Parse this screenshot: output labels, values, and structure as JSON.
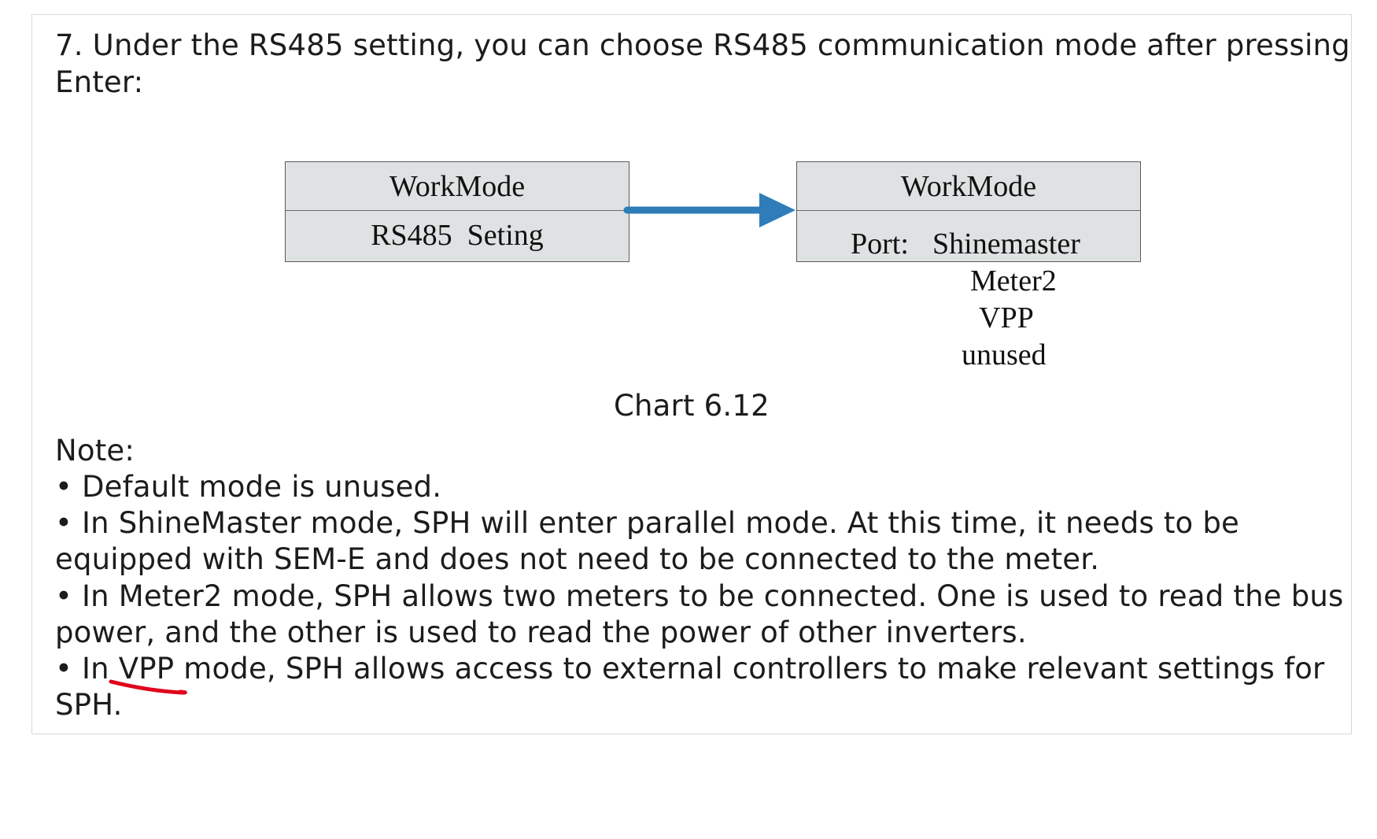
{
  "heading": {
    "line1": "7. Under the RS485 setting, you can choose RS485 communication mode after pressing",
    "line2": "Enter:"
  },
  "diagram": {
    "left_box": {
      "top_label": "WorkMode",
      "bottom_label": "RS485  Seting"
    },
    "right_box": {
      "top_label": "WorkMode",
      "port_label": "Port:",
      "port_options": [
        "Shinemaster",
        "Meter2",
        "VPP",
        "unused"
      ]
    },
    "arrow_color": "#2e7db9",
    "box_fill_color": "#dfe2e3"
  },
  "caption": "Chart 6.12",
  "note": {
    "title": "Note:",
    "lines": [
      "• Default mode is unused.",
      "• In ShineMaster mode, SPH will enter parallel mode. At this time, it needs to be",
      "equipped with SEM-E and does not need to be connected to the meter.",
      "• In Meter2 mode, SPH allows two meters to be connected. One is used to read the bus",
      "power, and the other is used to read the power of other inverters.",
      "• In VPP mode, SPH allows access to external controllers to make relevant settings for",
      "SPH."
    ]
  },
  "annotation": {
    "type": "red handwritten underline under VPP",
    "color": "#e0001a"
  }
}
